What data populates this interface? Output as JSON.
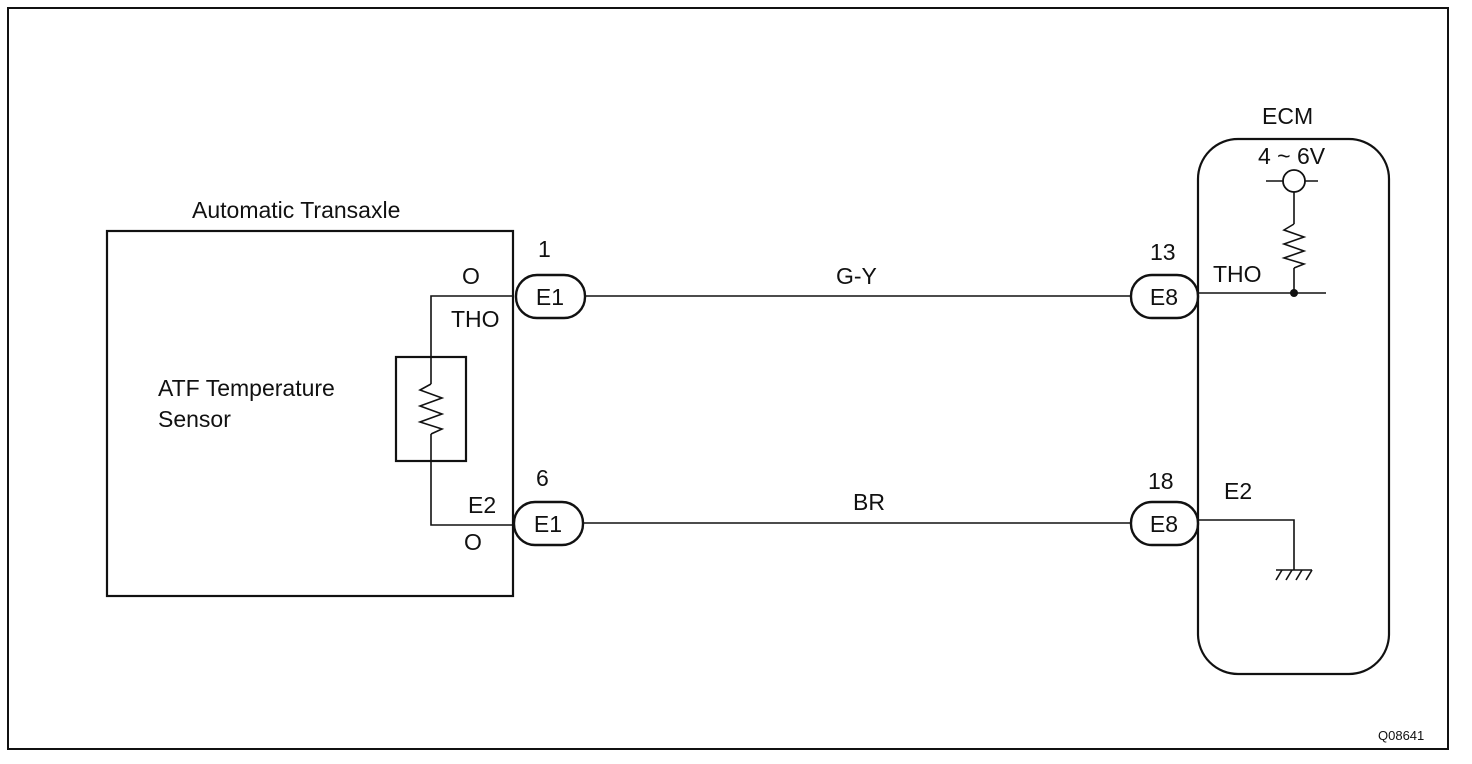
{
  "diagram": {
    "components": {
      "transaxle": {
        "label": "Automatic Transaxle"
      },
      "sensor": {
        "label_line1": "ATF Temperature",
        "label_line2": "Sensor"
      },
      "ecm": {
        "label": "ECM",
        "voltage": "4 ~ 6V"
      }
    },
    "terminals": {
      "sensor_tho_mark": "O",
      "sensor_tho": "THO",
      "sensor_e2": "E2",
      "sensor_e2_mark": "O",
      "ecm_tho": "THO",
      "ecm_e2": "E2"
    },
    "connectors": {
      "c1": {
        "name": "E1",
        "pin": "1"
      },
      "c2": {
        "name": "E1",
        "pin": "6"
      },
      "c3": {
        "name": "E8",
        "pin": "13"
      },
      "c4": {
        "name": "E8",
        "pin": "18"
      }
    },
    "wires": {
      "w1": {
        "color_code": "G-Y"
      },
      "w2": {
        "color_code": "BR"
      }
    },
    "figure_code": "Q08641"
  }
}
